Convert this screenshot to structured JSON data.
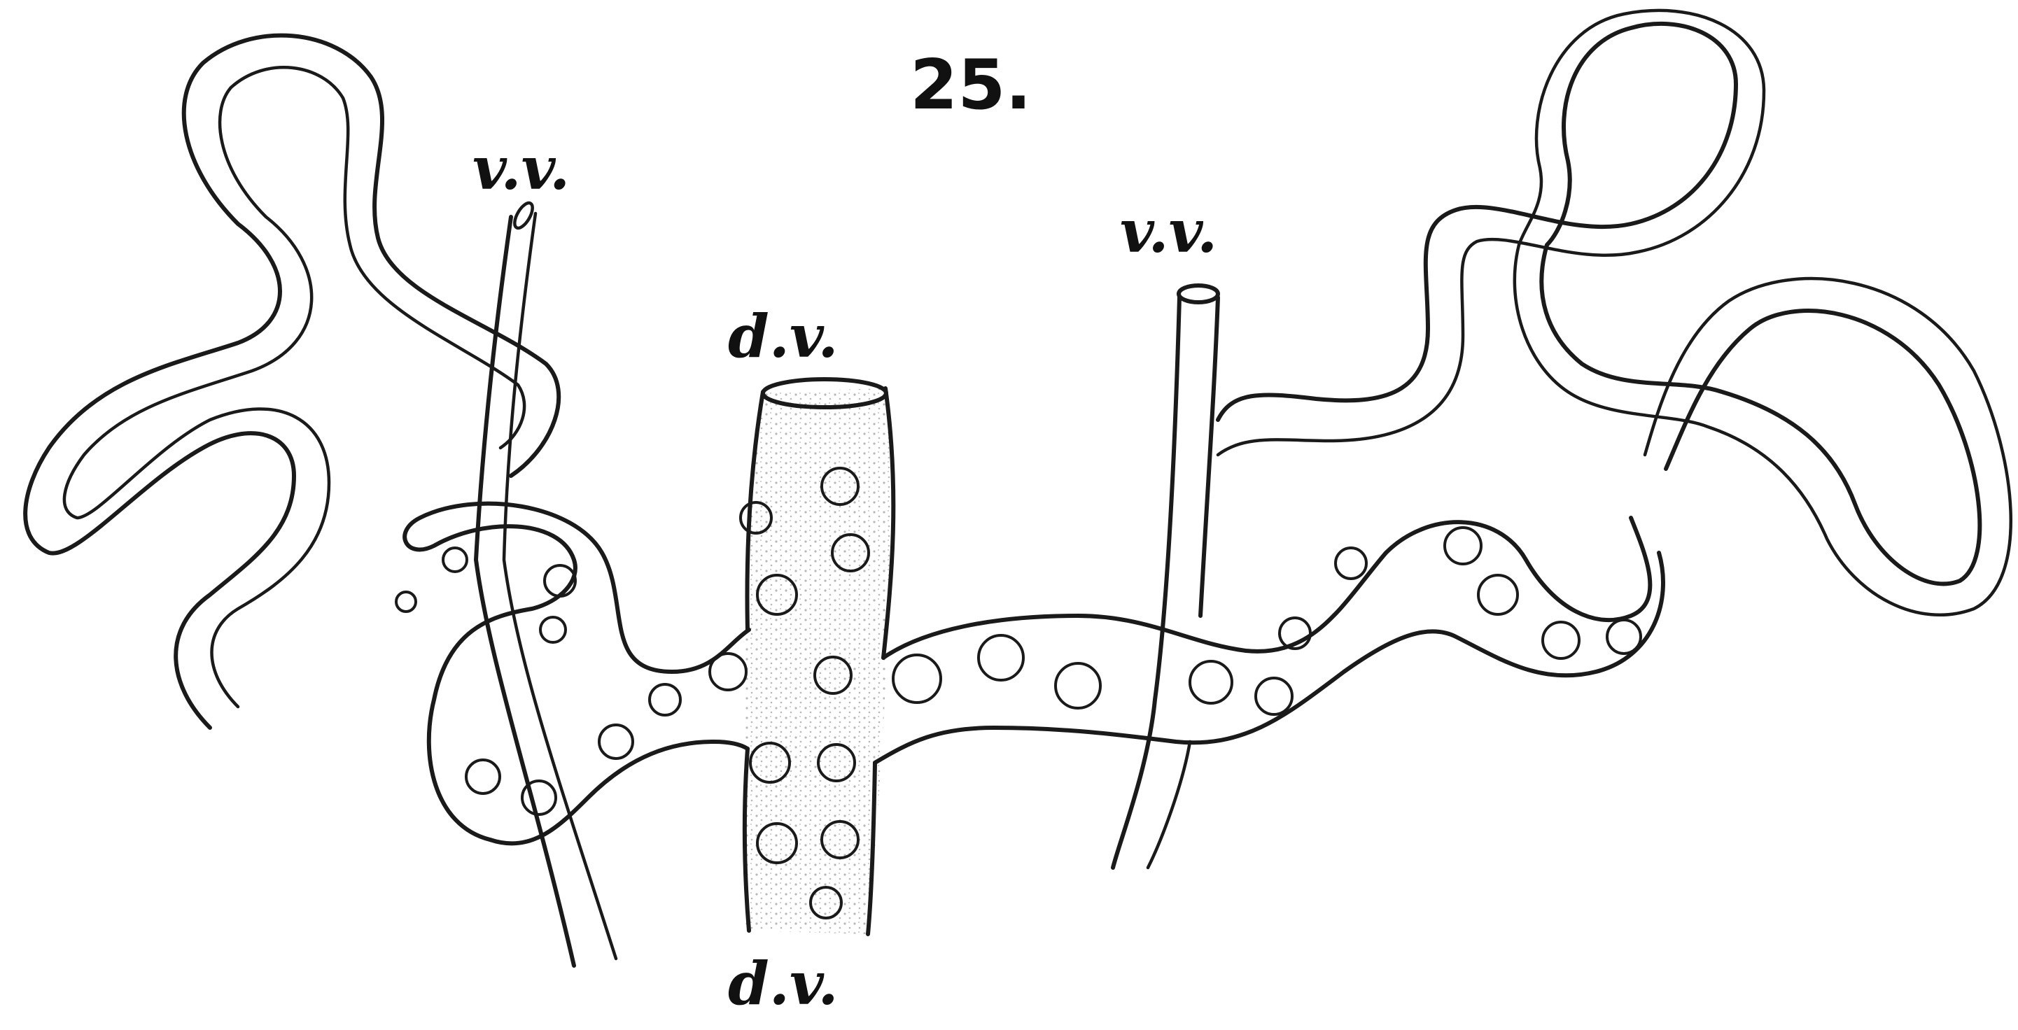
{
  "figure": {
    "number": "25.",
    "labels": {
      "vv_left": "v.v.",
      "vv_right": "v.v.",
      "dv_top": "d.v.",
      "dv_bottom": "d.v."
    }
  },
  "colors": {
    "ink": "#1a1a1a",
    "paper": "#ffffff"
  }
}
